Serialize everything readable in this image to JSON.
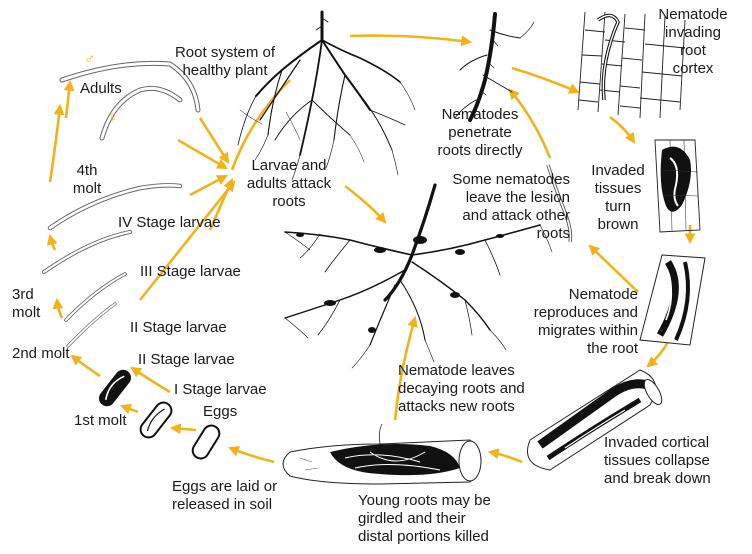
{
  "colors": {
    "arrow": "#f2b31a",
    "ink": "#1a1a1a"
  },
  "symbols": {
    "male": "♂",
    "female": "♀"
  },
  "labels": {
    "root_system": [
      "Root system of",
      "healthy plant"
    ],
    "larvae_attack": [
      "Larvae and",
      "adults attack",
      "roots"
    ],
    "nematodes_penetrate": [
      "Nematodes",
      "penetrate",
      "roots directly"
    ],
    "nematode_invading": [
      "Nematode",
      "invading",
      "root",
      "cortex"
    ],
    "invaded_turn_brown": [
      "Invaded",
      "tissues",
      "turn",
      "brown"
    ],
    "some_leave": [
      "Some nematodes",
      "leave the lesion",
      "and attack other",
      "roots"
    ],
    "reproduces": [
      "Nematode",
      "reproduces and",
      "migrates within",
      "the root"
    ],
    "leaves_decaying": [
      "Nematode leaves",
      "decaying roots and",
      "attacks new roots"
    ],
    "cortical_collapse": [
      "Invaded cortical",
      "tissues collapse",
      "and break down"
    ],
    "young_roots": [
      "Young roots may be",
      "girdled and their",
      "distal portions killed"
    ],
    "eggs_laid": [
      "Eggs are laid or",
      "released in soil"
    ],
    "adults": "Adults",
    "fourth_molt": [
      "4th",
      "molt"
    ],
    "iv_stage": "IV Stage larvae",
    "iii_stage": "III Stage larvae",
    "third_molt": [
      "3rd",
      "molt"
    ],
    "ii_stage_1": "II Stage larvae",
    "second_molt": "2nd molt",
    "ii_stage_2": "II Stage larvae",
    "i_stage": "I Stage larvae",
    "eggs": "Eggs",
    "first_molt": "1st molt"
  }
}
